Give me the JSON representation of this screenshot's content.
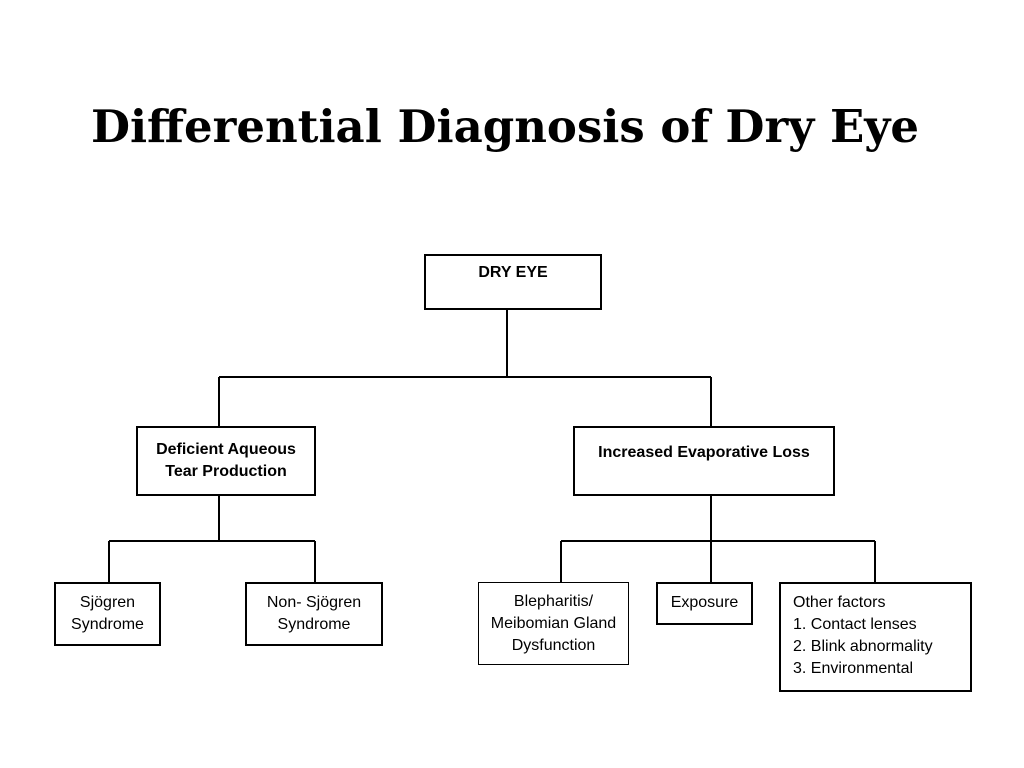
{
  "title": "Differential Diagnosis of Dry Eye",
  "diagram": {
    "root": {
      "lines": [
        "DRY EYE"
      ]
    },
    "branch_left": {
      "lines": [
        "Deficient Aqueous",
        "Tear Production"
      ]
    },
    "branch_right": {
      "lines": [
        "Increased Evaporative Loss"
      ]
    },
    "leaf_sjogren": {
      "lines": [
        "Sjögren",
        "Syndrome"
      ]
    },
    "leaf_non_sjogren": {
      "lines": [
        "Non- Sjögren",
        "Syndrome"
      ]
    },
    "leaf_blepharitis": {
      "lines": [
        "Blepharitis/",
        "Meibomian Gland",
        "Dysfunction"
      ]
    },
    "leaf_exposure": {
      "lines": [
        "Exposure"
      ]
    },
    "leaf_other": {
      "lines": [
        "Other factors",
        "1. Contact lenses",
        "2. Blink abnormality",
        "3. Environmental"
      ]
    }
  }
}
